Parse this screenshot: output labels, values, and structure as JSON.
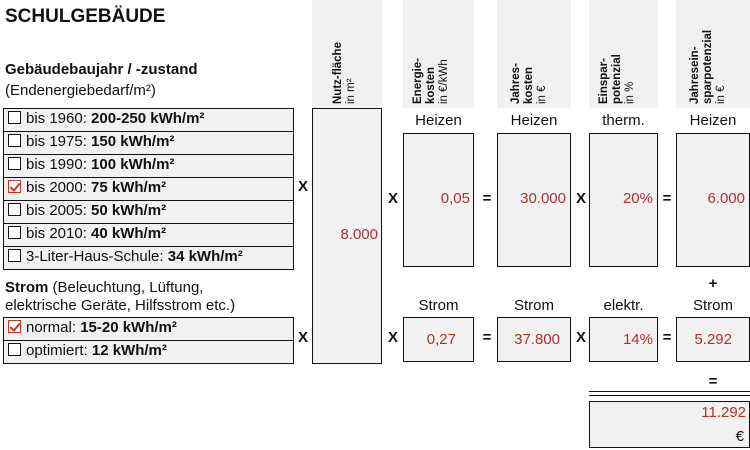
{
  "title": "SCHULGEBÄUDE",
  "section_building": {
    "heading": "Gebäudebaujahr / -zustand",
    "subheading": "(Endenergiebedarf/m²)",
    "options": [
      {
        "label": "bis 1960: ",
        "value": "200-250 kWh/m²",
        "checked": false
      },
      {
        "label": "bis 1975: ",
        "value": "150 kWh/m²",
        "checked": false
      },
      {
        "label": "bis 1990: ",
        "value": "100 kWh/m²",
        "checked": false
      },
      {
        "label": "bis 2000: ",
        "value": "75 kWh/m²",
        "checked": true
      },
      {
        "label": "bis 2005: ",
        "value": "50 kWh/m²",
        "checked": false
      },
      {
        "label": "bis 2010: ",
        "value": "40 kWh/m²",
        "checked": false
      },
      {
        "label": "3-Liter-Haus-Schule: ",
        "value": "34 kWh/m²",
        "checked": false
      }
    ]
  },
  "section_power": {
    "heading_bold": "Strom",
    "heading_rest": " (Beleuchtung, Lüftung,",
    "heading_line2": "elektrische Geräte, Hilfsstrom etc.)",
    "options": [
      {
        "label": "normal: ",
        "value": "15-20 kWh/m²",
        "checked": true
      },
      {
        "label": "optimiert: ",
        "value": "12 kWh/m²",
        "checked": false
      }
    ]
  },
  "columns": {
    "area": {
      "line1": "Nutz-fläche",
      "line2": "in m²"
    },
    "energy_cost": {
      "line1": "Energie-",
      "line2": "kosten",
      "line3": "in €/kWh"
    },
    "annual_cost": {
      "line1": "Jahres-",
      "line2": "kosten",
      "line3": "in €"
    },
    "saving_potential": {
      "line1": "Einspar-",
      "line2": "potenzial",
      "line3": "in %"
    },
    "annual_saving": {
      "line1": "Jahresein-",
      "line2": "sparpotenzial",
      "line3": "in €"
    }
  },
  "area_value": "8.000",
  "heating": {
    "energy_label": "Heizen",
    "cost_label": "Heizen",
    "saving_label": "therm.",
    "result_label": "Heizen",
    "energy_price": "0,05",
    "annual_cost": "30.000",
    "saving_percent": "20%",
    "annual_saving": "6.000"
  },
  "power": {
    "energy_label": "Strom",
    "cost_label": "Strom",
    "saving_label": "elektr.",
    "result_label": "Strom",
    "plus": "+",
    "energy_price": "0,27",
    "annual_cost": "37.800",
    "saving_percent": "14%",
    "annual_saving": "5.292"
  },
  "operators": {
    "times": "X",
    "equals": "="
  },
  "total": {
    "equals": "=",
    "value": "11.292",
    "currency": "€"
  },
  "colors": {
    "value_red": "#b03030",
    "box_fill": "#f1f1f1",
    "check_red": "#c0392b"
  }
}
